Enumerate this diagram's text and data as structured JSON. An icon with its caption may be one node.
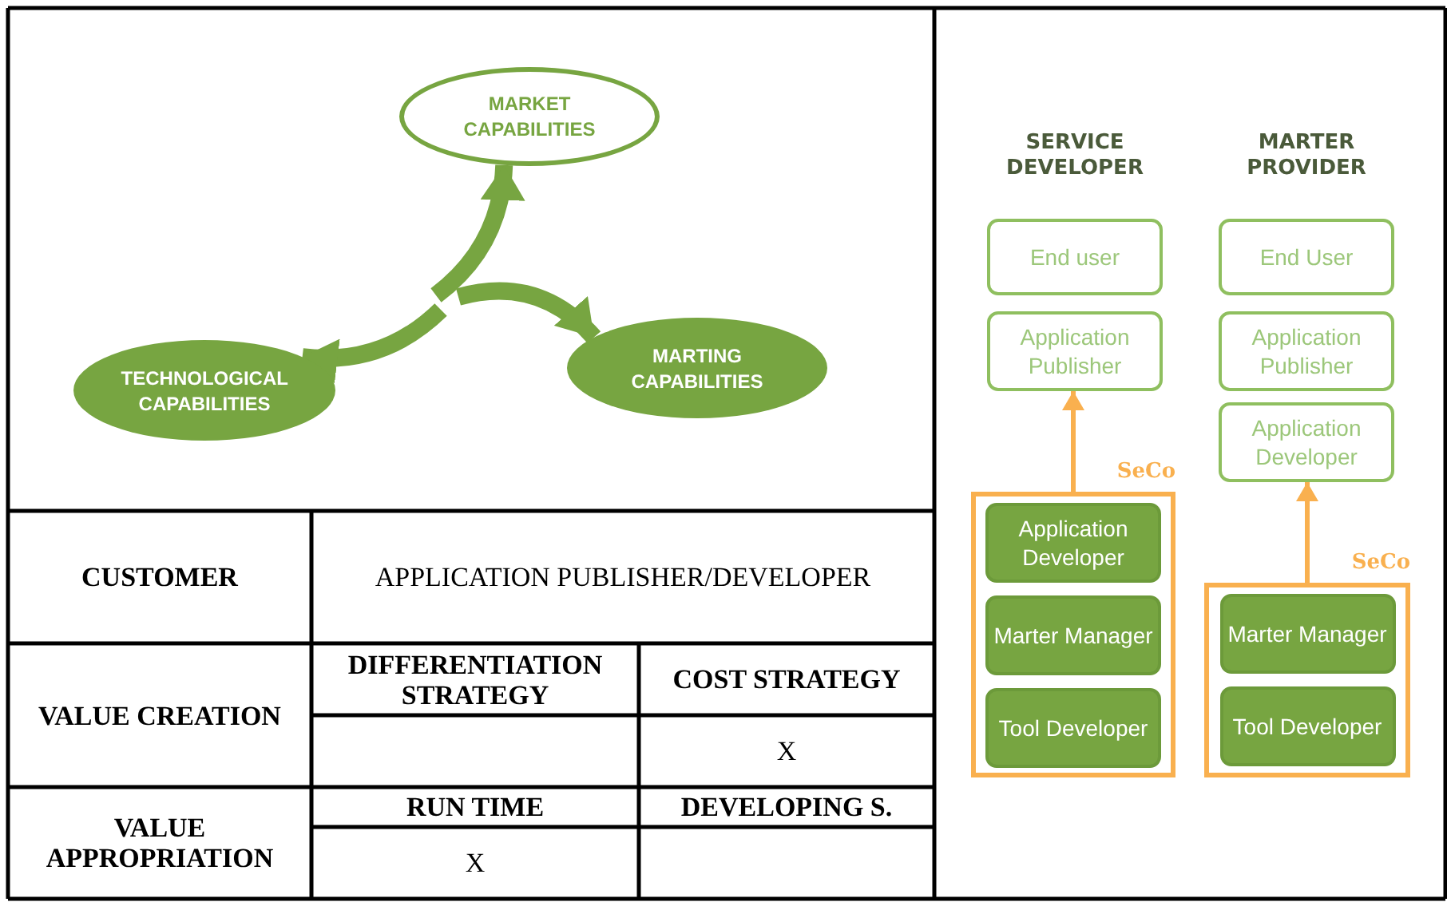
{
  "diagram": {
    "nodes": [
      {
        "text": [
          "MARKET CAPABILITIES"
        ]
      },
      {
        "text": [
          "TECHNOLOGICAL CAPABILITIES"
        ]
      },
      {
        "text": [
          "MARTING CAPABILITIES"
        ]
      },
      {
        "text": [
          "End user"
        ]
      },
      {
        "text": [
          "Application Publisher"
        ]
      },
      {
        "text": [
          "SeCo"
        ]
      },
      {
        "text": [
          "Application Developer"
        ],
        "in": 5
      },
      {
        "text": [
          "Marter Manager"
        ],
        "in": 5
      },
      {
        "text": [
          "Tool Developer"
        ],
        "in": 5
      },
      {
        "text": [
          "End User"
        ]
      },
      {
        "text": [
          "Application Publisher"
        ]
      },
      {
        "text": [
          "Application Developer"
        ]
      },
      {
        "text": [
          "SeCo"
        ]
      },
      {
        "text": [
          "Marter Manager"
        ],
        "in": 12
      },
      {
        "text": [
          "Tool Developer"
        ],
        "in": 12
      }
    ],
    "edges": [
      {
        "from": null,
        "to": 0,
        "arrow": "to"
      },
      {
        "from": null,
        "to": 2,
        "arrow": "to"
      },
      {
        "from": null,
        "to": 1,
        "arrow": "to"
      },
      {
        "from": 5,
        "to": 4,
        "arrow": "to",
        "color": "#f9b04f"
      },
      {
        "from": 12,
        "to": 11,
        "arrow": "to",
        "color": "#f9b04f"
      }
    ],
    "labels": [
      "SERVICE DEVELOPER",
      "MARTER PROVIDER",
      "CUSTOMER",
      "APPLICATION PUBLISHER/DEVELOPER",
      "VALUE CREATION",
      "DIFFERENTIATION STRATEGY",
      "COST STRATEGY",
      "X",
      "VALUE APPROPRIATION",
      "RUN TIME",
      "DEVELOPING S.",
      "X"
    ]
  }
}
